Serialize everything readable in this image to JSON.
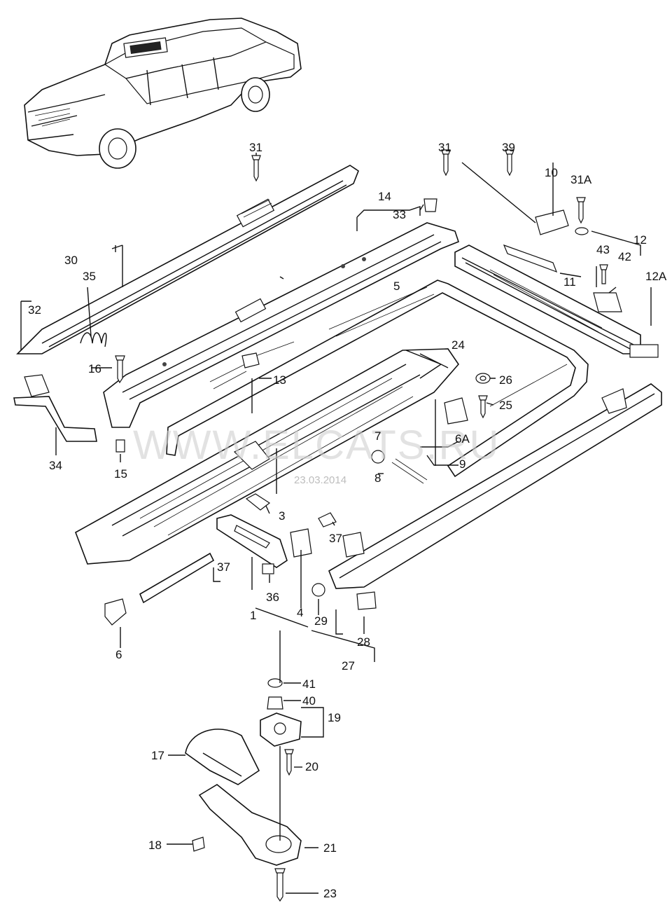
{
  "watermark": {
    "text": "WWW.ELCATS.RU",
    "date": "23.03.2014"
  },
  "callouts": {
    "c1": "1",
    "c3": "3",
    "c4": "4",
    "c5": "5",
    "c6": "6",
    "c6a": "6A",
    "c7": "7",
    "c8": "8",
    "c9": "9",
    "c10": "10",
    "c11": "11",
    "c12": "12",
    "c12a": "12A",
    "c13": "13",
    "c14": "14",
    "c15": "15",
    "c16": "16",
    "c17": "17",
    "c18": "18",
    "c19": "19",
    "c20": "20",
    "c21": "21",
    "c23": "23",
    "c24": "24",
    "c25": "25",
    "c26": "26",
    "c27": "27",
    "c28": "28",
    "c29": "29",
    "c30": "30",
    "c31a": "31",
    "c31b": "31",
    "c31A": "31A",
    "c32": "32",
    "c33": "33",
    "c34": "34",
    "c35": "35",
    "c36": "36",
    "c37a": "37",
    "c37b": "37",
    "c39": "39",
    "c40": "40",
    "c41": "41",
    "c42": "42",
    "c43": "43"
  }
}
